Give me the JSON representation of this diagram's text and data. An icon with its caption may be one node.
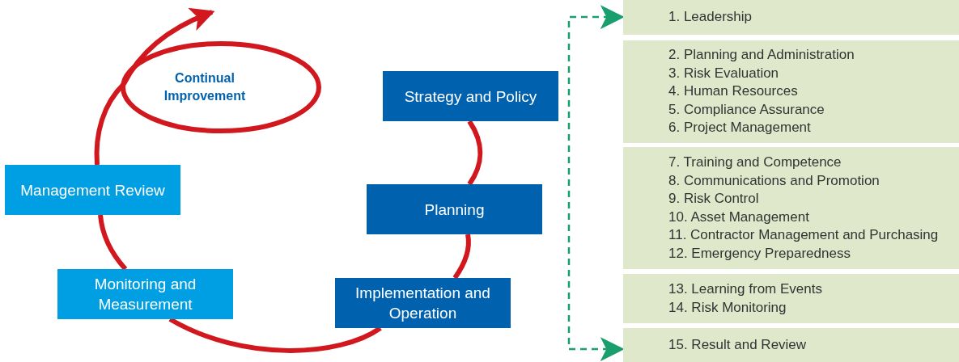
{
  "diagram": {
    "nodes": [
      {
        "text": [
          "Strategy and Policy"
        ]
      },
      {
        "text": [
          "Planning"
        ]
      },
      {
        "text": [
          "Implementation and Operation"
        ]
      },
      {
        "text": [
          "Monitoring and Measurement"
        ]
      },
      {
        "text": [
          "Management Review"
        ]
      },
      {
        "text": [
          "Continual Improvement"
        ]
      },
      {
        "text": [
          "1. Leadership"
        ]
      },
      {
        "text": [
          "2. Planning and Administration",
          "3. Risk Evaluation",
          "4. Human Resources",
          "5. Compliance Assurance",
          "6. Project Management"
        ]
      },
      {
        "text": [
          "7. Training and Competence",
          "8. Communications and Promotion",
          "9. Risk Control",
          "10. Asset Management",
          "11. Contractor Management and Purchasing",
          "12. Emergency Preparedness"
        ]
      },
      {
        "text": [
          "13. Learning from Events",
          "14. Risk Monitoring"
        ]
      },
      {
        "text": [
          "15. Result and Review"
        ]
      }
    ],
    "edges": [
      {
        "from": 0,
        "to": 1,
        "arrow": "none"
      },
      {
        "from": 1,
        "to": 2,
        "arrow": "none"
      },
      {
        "from": 2,
        "to": 3,
        "arrow": "none"
      },
      {
        "from": 3,
        "to": 4,
        "arrow": "none"
      },
      {
        "from": 4,
        "to": 5,
        "arrow": "none"
      },
      {
        "from": 5,
        "to": null,
        "arrow": "to"
      },
      {
        "from": 6,
        "to": 10,
        "arrow": "both",
        "style": "dashed",
        "color": "#1a9e6e"
      }
    ]
  }
}
